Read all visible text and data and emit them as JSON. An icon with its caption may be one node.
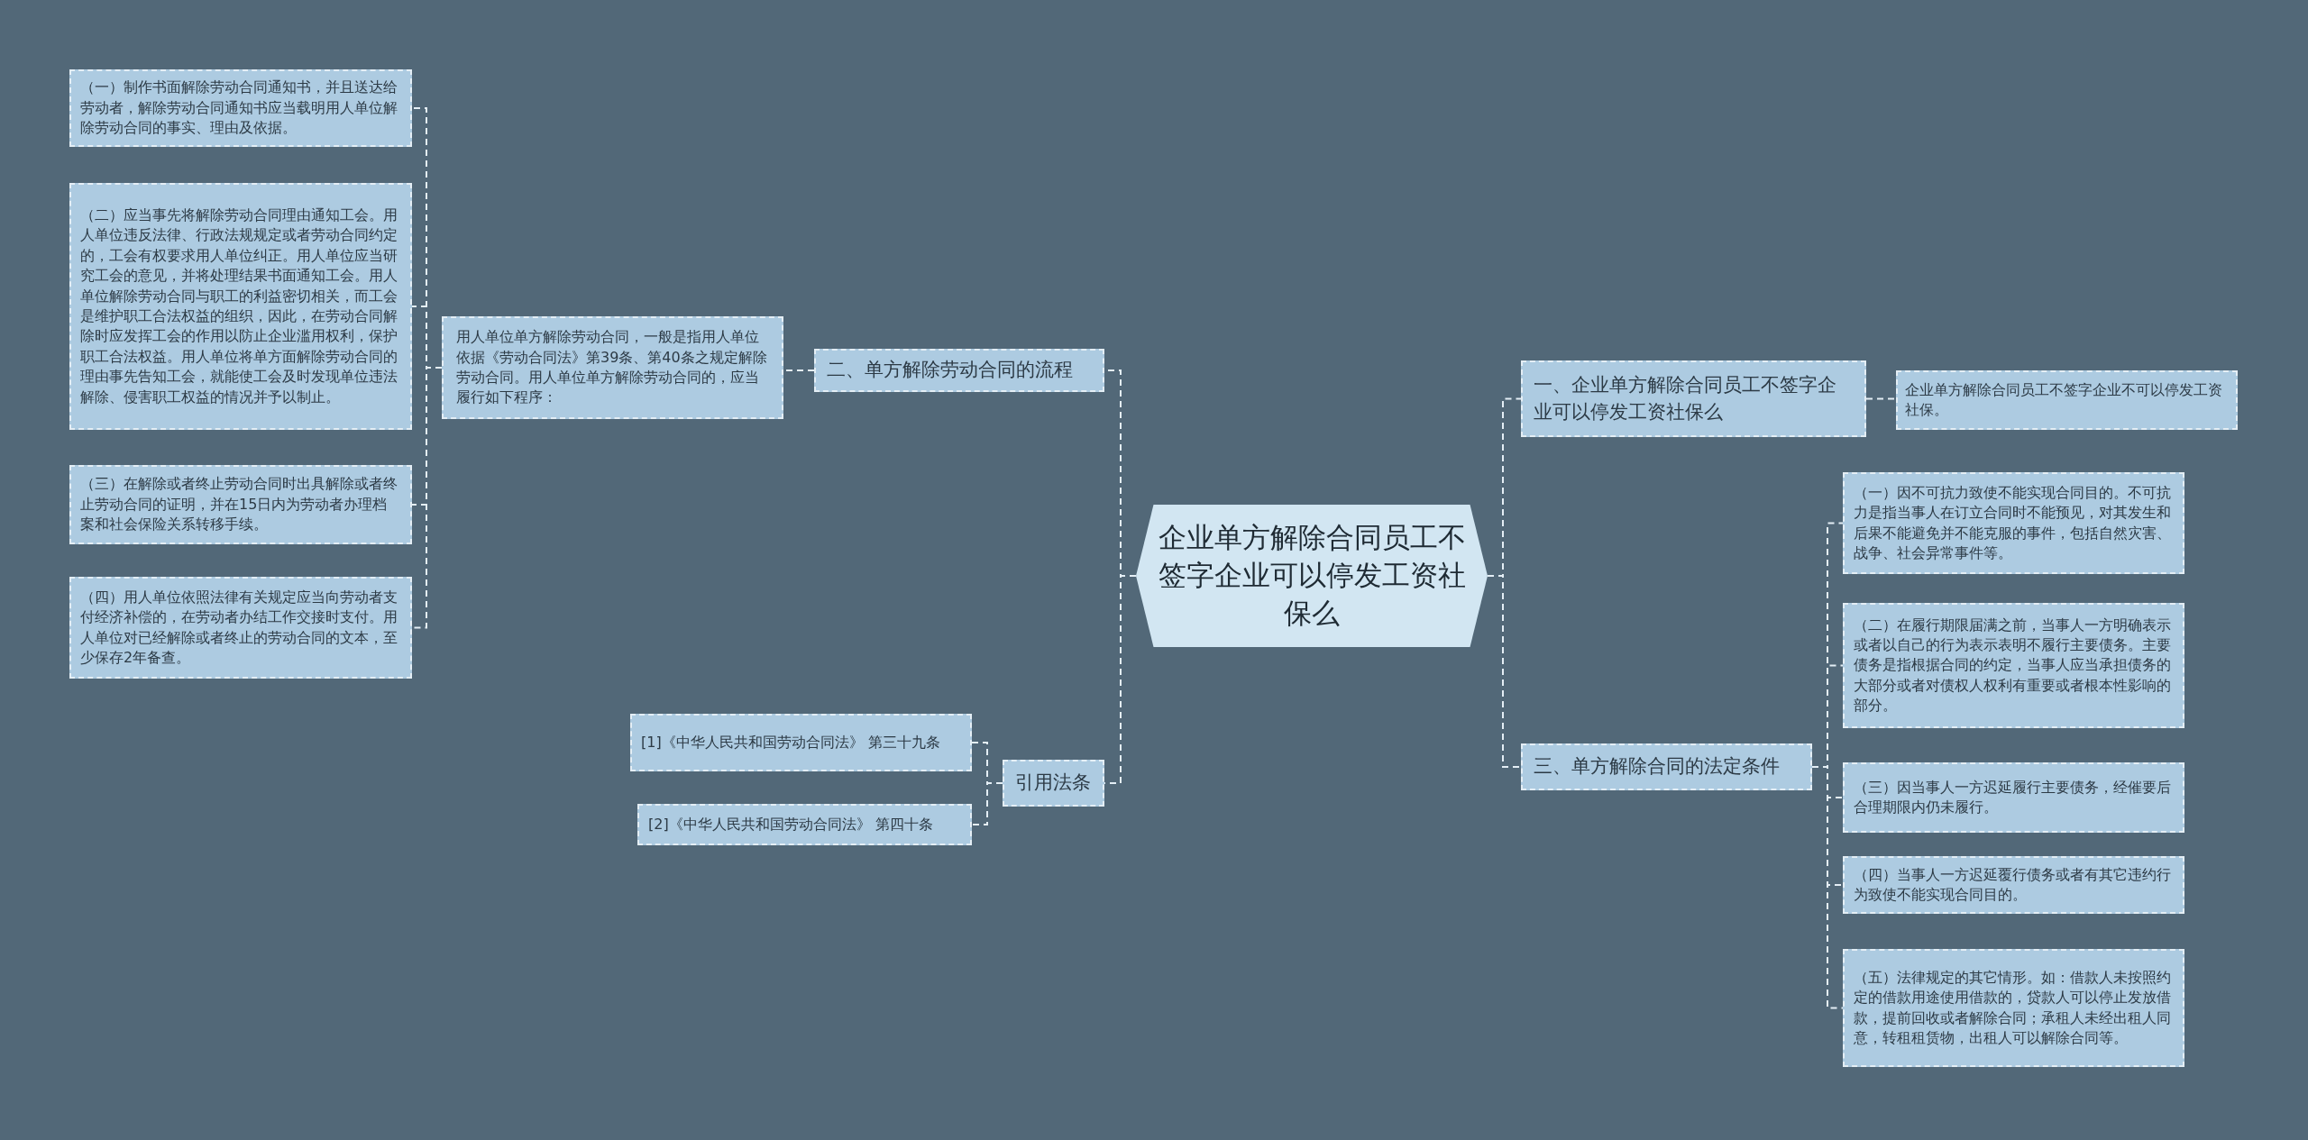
{
  "diagram": {
    "nodes": [
      {
        "text": [
          "企业单方解除合同员工不签字企业可以停发工资社保么"
        ]
      },
      {
        "text": [
          "二、单方解除劳动合同的流程"
        ]
      },
      {
        "text": [
          "用人单位单方解除劳动合同，一般是指用人单位依据《劳动合同法》第39条、第40条之规定解除劳动合同。用人单位单方解除劳动合同的，应当履行如下程序："
        ]
      },
      {
        "text": [
          "（一）制作书面解除劳动合同通知书，并且送达给劳动者，解除劳动合同通知书应当载明用人单位解除劳动合同的事实、理由及依据。"
        ]
      },
      {
        "text": [
          "（二）应当事先将解除劳动合同理由通知工会。用人单位违反法律、行政法规规定或者劳动合同约定的，工会有权要求用人单位纠正。用人单位应当研究工会的意见，并将处理结果书面通知工会。用人单位解除劳动合同与职工的利益密切相关，而工会是维护职工合法权益的组织，因此，在劳动合同解除时应发挥工会的作用以防止企业滥用权利，保护职工合法权益。用人单位将单方面解除劳动合同的理由事先告知工会，就能使工会及时发现单位违法解除、侵害职工权益的情况并予以制止。"
        ]
      },
      {
        "text": [
          "（三）在解除或者终止劳动合同时出具解除或者终止劳动合同的证明，并在15日内为劳动者办理档案和社会保险关系转移手续。"
        ]
      },
      {
        "text": [
          "（四）用人单位依照法律有关规定应当向劳动者支付经济补偿的，在劳动者办结工作交接时支付。用人单位对已经解除或者终止的劳动合同的文本，至少保存2年备查。"
        ]
      },
      {
        "text": [
          "引用法条"
        ]
      },
      {
        "text": [
          "[1]《中华人民共和国劳动合同法》 第三十九条"
        ]
      },
      {
        "text": [
          "[2]《中华人民共和国劳动合同法》 第四十条"
        ]
      },
      {
        "text": [
          "一、企业单方解除合同员工不签字企业可以停发工资社保么"
        ]
      },
      {
        "text": [
          "企业单方解除合同员工不签字企业不可以停发工资社保。"
        ]
      },
      {
        "text": [
          "三、单方解除合同的法定条件"
        ]
      },
      {
        "text": [
          "（一）因不可抗力致使不能实现合同目的。不可抗力是指当事人在订立合同时不能预见，对其发生和后果不能避免并不能克服的事件，包括自然灾害、战争、社会异常事件等。"
        ]
      },
      {
        "text": [
          "（二）在履行期限届满之前，当事人一方明确表示或者以自己的行为表示表明不履行主要债务。主要债务是指根据合同的约定，当事人应当承担债务的大部分或者对债权人权利有重要或者根本性影响的部分。"
        ]
      },
      {
        "text": [
          "（三）因当事人一方迟延履行主要债务，经催要后合理期限内仍未履行。"
        ]
      },
      {
        "text": [
          "（四）当事人一方迟延覆行债务或者有其它违约行为致使不能实现合同目的。"
        ]
      },
      {
        "text": [
          "（五）法律规定的其它情形。如：借款人未按照约定的借款用途使用借款的，贷款人可以停止发放借款，提前回收或者解除合同；承租人未经出租人同意，转租租赁物，出租人可以解除合同等。"
        ]
      }
    ],
    "edges": [
      {
        "from": 0,
        "to": 1,
        "arrow": "none"
      },
      {
        "from": 1,
        "to": 2,
        "arrow": "none"
      },
      {
        "from": 2,
        "to": 3,
        "arrow": "none"
      },
      {
        "from": 2,
        "to": 4,
        "arrow": "none"
      },
      {
        "from": 2,
        "to": 5,
        "arrow": "none"
      },
      {
        "from": 2,
        "to": 6,
        "arrow": "none"
      },
      {
        "from": 0,
        "to": 7,
        "arrow": "none"
      },
      {
        "from": 7,
        "to": 8,
        "arrow": "none"
      },
      {
        "from": 7,
        "to": 9,
        "arrow": "none"
      },
      {
        "from": 0,
        "to": 10,
        "arrow": "none"
      },
      {
        "from": 10,
        "to": 11,
        "arrow": "none"
      },
      {
        "from": 0,
        "to": 12,
        "arrow": "none"
      },
      {
        "from": 12,
        "to": 13,
        "arrow": "none"
      },
      {
        "from": 12,
        "to": 14,
        "arrow": "none"
      },
      {
        "from": 12,
        "to": 15,
        "arrow": "none"
      },
      {
        "from": 12,
        "to": 16,
        "arrow": "none"
      },
      {
        "from": 12,
        "to": 17,
        "arrow": "none"
      }
    ]
  }
}
